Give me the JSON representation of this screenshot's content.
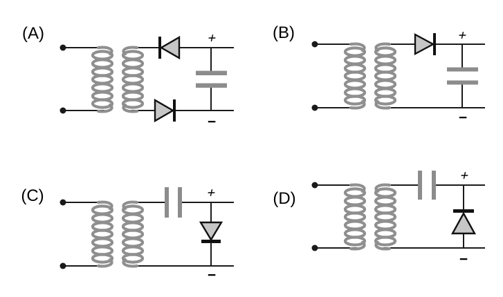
{
  "figure": {
    "type": "circuit-diagram-options",
    "background": "#ffffff",
    "colors": {
      "wire": "#1a1a1a",
      "coil": "#8f8f8f",
      "capacitor_plate": "#8c8c8c",
      "diode_fill": "#c6c6c6",
      "diode_outline": "#111111",
      "text": "#000000"
    },
    "circuits": [
      {
        "id": "A",
        "label": "(A)",
        "plus": "+",
        "minus": "−",
        "components": [
          "input-terminals",
          "transformer",
          "top-series-diode-cathode-left",
          "bottom-series-diode-cathode-right",
          "parallel-output-capacitor"
        ]
      },
      {
        "id": "B",
        "label": "(B)",
        "plus": "+",
        "minus": "−",
        "components": [
          "input-terminals",
          "transformer",
          "series-diode-cathode-right",
          "parallel-output-capacitor"
        ]
      },
      {
        "id": "C",
        "label": "(C)",
        "plus": "+",
        "minus": "−",
        "components": [
          "input-terminals",
          "transformer",
          "series-capacitor",
          "parallel-diode-cathode-down"
        ]
      },
      {
        "id": "D",
        "label": "(D)",
        "plus": "+",
        "minus": "−",
        "components": [
          "input-terminals",
          "transformer",
          "series-capacitor",
          "parallel-diode-cathode-up"
        ]
      }
    ]
  }
}
